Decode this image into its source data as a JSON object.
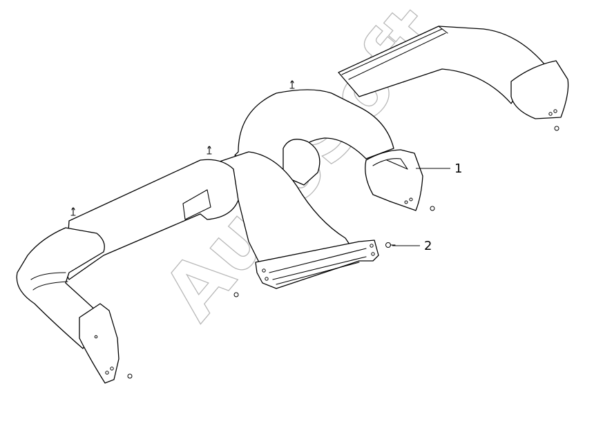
{
  "callouts": [
    {
      "label": "1"
    },
    {
      "label": "2"
    }
  ],
  "watermark": {
    "text": "AutoSoft"
  },
  "colors": {
    "line": "#000000",
    "background": "#ffffff",
    "watermark": "#b8b8b8"
  }
}
